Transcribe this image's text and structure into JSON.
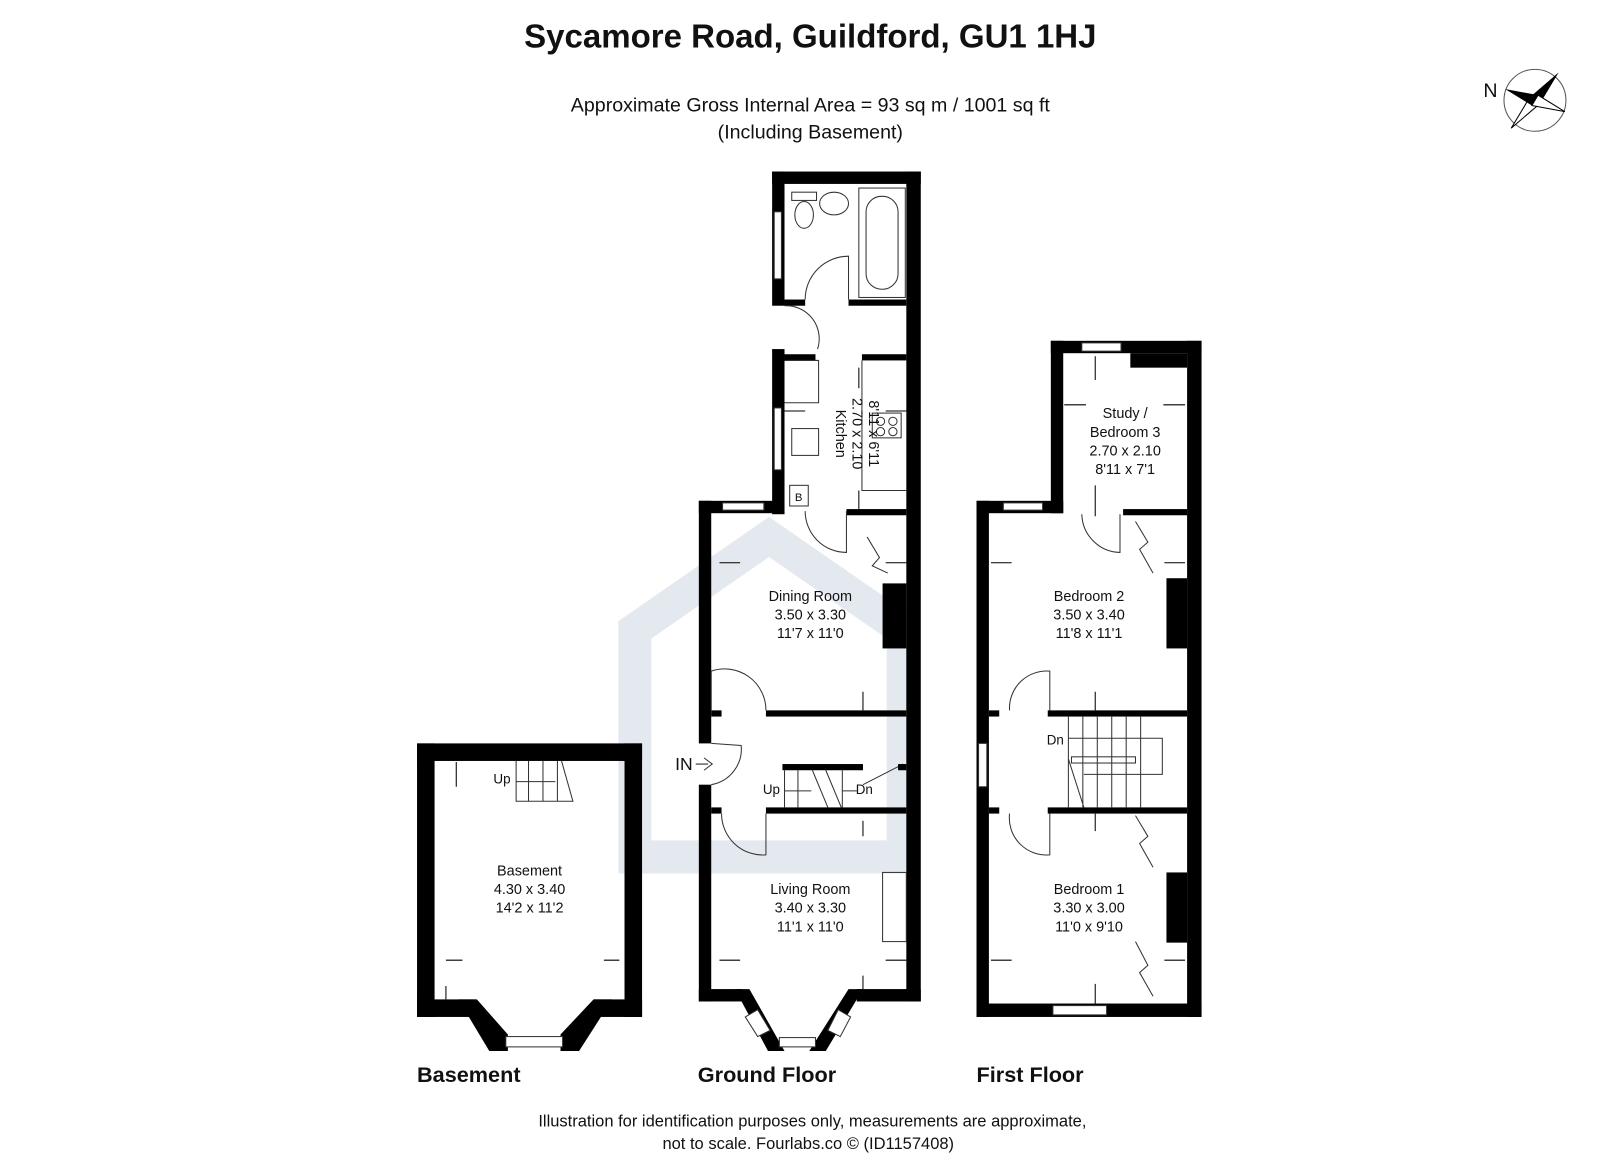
{
  "header": {
    "title": "Sycamore Road, Guildford, GU1 1HJ",
    "area_line": "Approximate Gross Internal Area = 93 sq m / 1001 sq ft",
    "area_note": "(Including Basement)"
  },
  "compass": {
    "label": "N"
  },
  "floors": {
    "basement": {
      "label": "Basement",
      "stairs": "Up",
      "rooms": [
        {
          "name": "Basement",
          "metric": "4.30 x 3.40",
          "imperial": "14'2 x 11'2"
        }
      ]
    },
    "ground": {
      "label": "Ground Floor",
      "entrance": "IN",
      "stairs_up": "Up",
      "stairs_down": "Dn",
      "boiler": "B",
      "rooms": [
        {
          "name": "Kitchen",
          "metric": "2.70 x 2.10",
          "imperial": "8'11 x 6'11"
        },
        {
          "name": "Dining Room",
          "metric": "3.50 x 3.30",
          "imperial": "11'7 x 11'0"
        },
        {
          "name": "Living Room",
          "metric": "3.40 x 3.30",
          "imperial": "11'1 x 11'0"
        }
      ]
    },
    "first": {
      "label": "First Floor",
      "stairs_down": "Dn",
      "rooms": [
        {
          "name": "Study /",
          "name2": "Bedroom 3",
          "metric": "2.70 x 2.10",
          "imperial": "8'11 x 7'1"
        },
        {
          "name": "Bedroom 2",
          "metric": "3.50 x 3.40",
          "imperial": "11'8 x 11'1"
        },
        {
          "name": "Bedroom 1",
          "metric": "3.30 x 3.00",
          "imperial": "11'0 x 9'10"
        }
      ]
    }
  },
  "footer": {
    "line1": "Illustration for identification purposes only, measurements are approximate,",
    "line2": "not to scale. Fourlabs.co © (ID1157408)"
  },
  "colors": {
    "wall": "#000000",
    "watermark": "#e4e8ef"
  }
}
